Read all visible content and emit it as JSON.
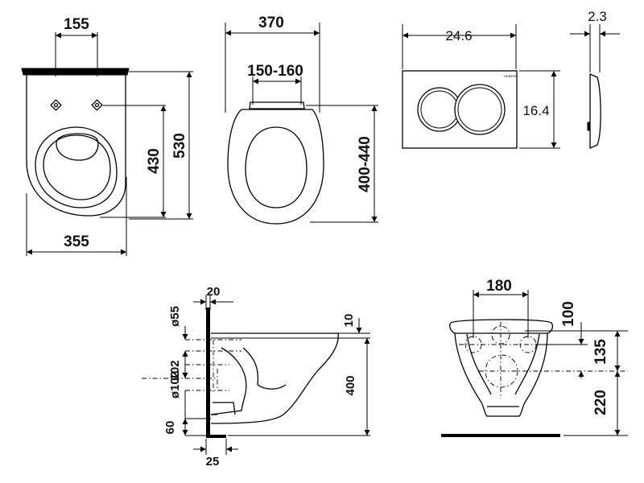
{
  "front_view": {
    "width_top": "155",
    "height_inner": "430",
    "height_total": "530",
    "width_total": "355"
  },
  "seat_view": {
    "width": "370",
    "hinge_spacing": "150-160",
    "length": "400-440"
  },
  "flush_plate": {
    "width": "24.6",
    "height": "16.4",
    "depth": "2.3",
    "brand": "GEBERIT"
  },
  "side_view": {
    "wall_gap": "20",
    "inlet_diameter": "ø55",
    "inlet_height": "10",
    "outlet_height_from_inlet": "102",
    "outlet_diameter": "ø102",
    "bowl_height": "400",
    "floor_to_outlet": "60",
    "wall_thickness": "25"
  },
  "rear_view": {
    "fixing_spacing": "180",
    "top_to_fixing": "100",
    "fixing_to_outlet": "135",
    "outlet_to_floor": "220"
  }
}
